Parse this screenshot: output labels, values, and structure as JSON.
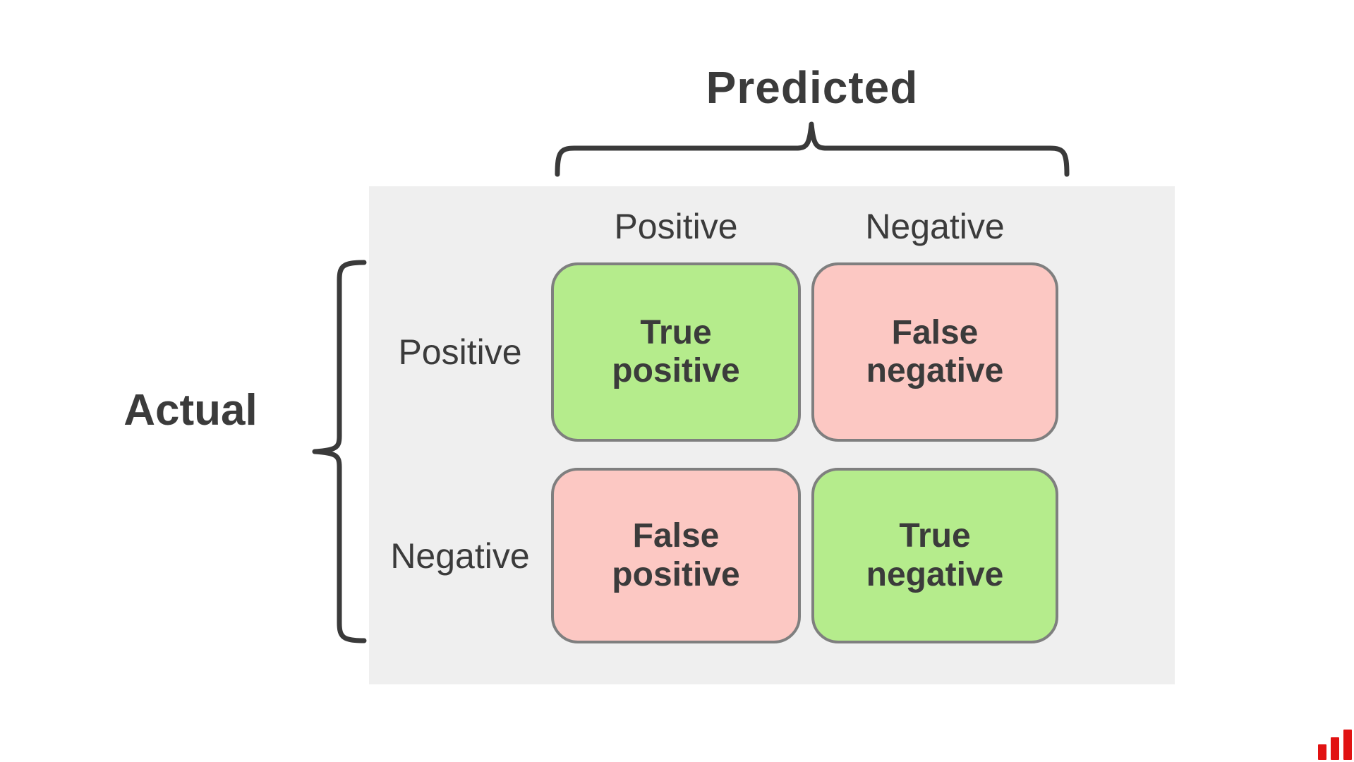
{
  "diagram": {
    "kind": "confusion-matrix",
    "predicted_axis_label": "Predicted",
    "actual_axis_label": "Actual"
  },
  "matrix": {
    "column_headers": [
      "Positive",
      "Negative"
    ],
    "row_labels": [
      "Positive",
      "Negative"
    ],
    "cells": [
      {
        "line1": "True",
        "line2": "positive",
        "type": "correct"
      },
      {
        "line1": "False",
        "line2": "negative",
        "type": "incorrect"
      },
      {
        "line1": "False",
        "line2": "positive",
        "type": "incorrect"
      },
      {
        "line1": "True",
        "line2": "negative",
        "type": "correct"
      }
    ]
  },
  "colors": {
    "panel_bg": "#efefef",
    "correct_green": "#b5ec8c",
    "incorrect_pink": "#fcc8c3",
    "cell_border": "#7f7f7f",
    "text_dark": "#3b3b3b",
    "brace": "#3a3a3a",
    "logo_red": "#e11212"
  },
  "logo": {
    "icon": "bar-chart-icon"
  }
}
